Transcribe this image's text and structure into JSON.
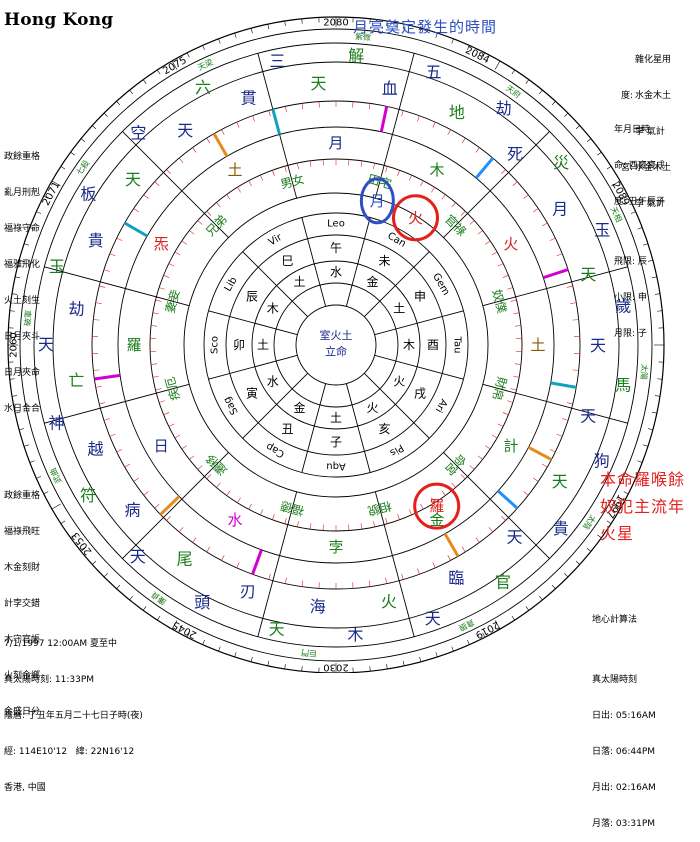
{
  "page_title": "Hong Kong",
  "annotations": {
    "top": "月亮奠定發生的時間",
    "right": [
      "本命羅喉餘",
      "奴犯主流年",
      "火星"
    ]
  },
  "left_notes_top": [
    "政餘重格",
    "亂月刑剋",
    "福祿守命",
    "福雅飛化",
    "火土刻生",
    "日月夾斗",
    "日月夾命",
    "水日合合"
  ],
  "left_notes_bottom": [
    "政餘重格",
    "福祿飛旺",
    "木金刻財",
    "計孛交錯",
    "木守官帳",
    "火刻金鄉",
    "金盛日分"
  ],
  "right_header": [
    {
      "label": "",
      "value": "雜化星用"
    },
    {
      "label": "度:",
      "value": "水金木土"
    },
    {
      "label": "",
      "value": "孛 氣計"
    },
    {
      "label": "宮:",
      "value": "水金木土"
    },
    {
      "label": "",
      "value": "孛 氣計"
    }
  ],
  "right_mid": [
    "年月日時",
    "命: 酉寶寶戌",
    "度: 丑午辰子",
    "",
    "飛限: 辰",
    "小限: 申",
    "月限: 子"
  ],
  "right_footer": [
    "地心計算法",
    "",
    "真太陽時刻",
    "日出: 05:16AM",
    "日落: 06:44PM",
    "月出: 02:16AM",
    "月落: 03:31PM"
  ],
  "bottom_left": [
    "7/1/1997 12:00AM 夏至中",
    "真太陽時刻: 11:33PM",
    "陰曆: 丁丑年五月二十七日子時(夜)",
    "經: 114E10'12   緯: 22N16'12",
    "香港, 中國"
  ],
  "wheel": {
    "years": [
      "2080",
      "2084",
      "2089",
      "1997",
      "2019",
      "2030",
      "2045",
      "2053",
      "2060",
      "2071",
      "2075"
    ],
    "branches": [
      "子",
      "丑",
      "寅",
      "卯",
      "辰",
      "巳",
      "午",
      "未",
      "申",
      "酉",
      "戌",
      "亥"
    ],
    "signs": [
      "Leo",
      "Can",
      "Gem",
      "Tau",
      "Ari",
      "Pis",
      "Aqu",
      "Cap",
      "Sag",
      "Sco",
      "Lib",
      "Vir"
    ],
    "inner_ring_chars": [
      "水",
      "金",
      "土",
      "木",
      "火",
      "火",
      "土",
      "金",
      "水",
      "土",
      "木",
      "土"
    ],
    "center_text": [
      "室",
      "火",
      "土",
      "立",
      "命"
    ],
    "palace_ring": [
      "男女",
      "田宅",
      "官祿",
      "奴僕",
      "財帛",
      "命宮",
      "相貌",
      "福德",
      "遷移",
      "疾厄",
      "妻妾",
      "兄弟"
    ],
    "star_ring": [
      "月",
      "木",
      "火",
      "土",
      "計",
      "金",
      "孛",
      "水",
      "日",
      "羅",
      "炁",
      "土"
    ],
    "outer_labels": [
      "解",
      "血",
      "五",
      "地",
      "劫",
      "死",
      "災",
      "月",
      "玉",
      "天",
      "歲",
      "天",
      "馬",
      "天",
      "狗",
      "天",
      "貴",
      "天",
      "官",
      "臨",
      "天",
      "火",
      "木",
      "海",
      "天",
      "刃",
      "頭",
      "尾",
      "天",
      "病",
      "符",
      "越",
      "神",
      "亡",
      "天",
      "劫",
      "玉",
      "貴",
      "板",
      "天",
      "空",
      "天",
      "六",
      "貫",
      "三",
      "天"
    ],
    "outer_small_labels": [
      "紫微",
      "天府",
      "天相",
      "太陽",
      "太陰",
      "貪狼",
      "巨門",
      "廉貞",
      "武曲",
      "破軍",
      "七殺",
      "天梁"
    ],
    "highlight_labels": [
      "月",
      "火",
      "羅"
    ]
  }
}
